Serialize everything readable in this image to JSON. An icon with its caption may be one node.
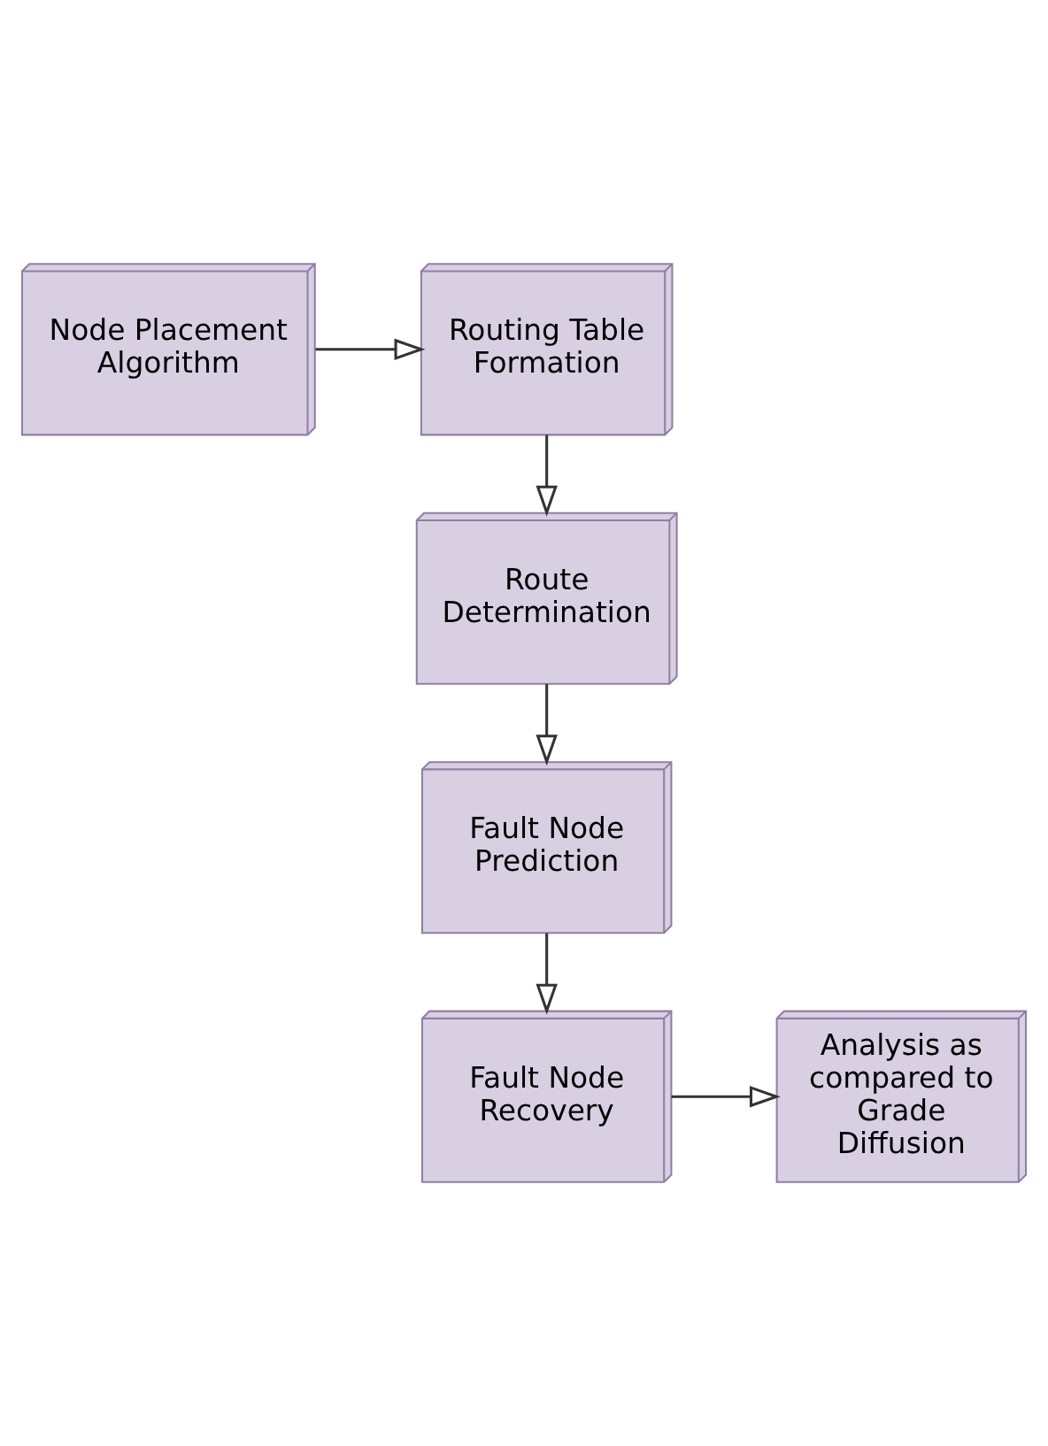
{
  "diagram": {
    "nodes": [
      {
        "text": [
          "Node Placement Algorithm"
        ]
      },
      {
        "text": [
          "Routing Table Formation"
        ]
      },
      {
        "text": [
          "Route Determination"
        ]
      },
      {
        "text": [
          "Fault Node Prediction"
        ]
      },
      {
        "text": [
          "Fault Node Recovery"
        ]
      },
      {
        "text": [
          "Analysis as compared to Grade Diffusion"
        ]
      }
    ],
    "edges": [
      {
        "from": 0,
        "to": 1,
        "arrow": "to"
      },
      {
        "from": 1,
        "to": 2,
        "arrow": "to"
      },
      {
        "from": 2,
        "to": 3,
        "arrow": "to"
      },
      {
        "from": 3,
        "to": 4,
        "arrow": "to"
      },
      {
        "from": 4,
        "to": 5,
        "arrow": "to"
      }
    ]
  }
}
